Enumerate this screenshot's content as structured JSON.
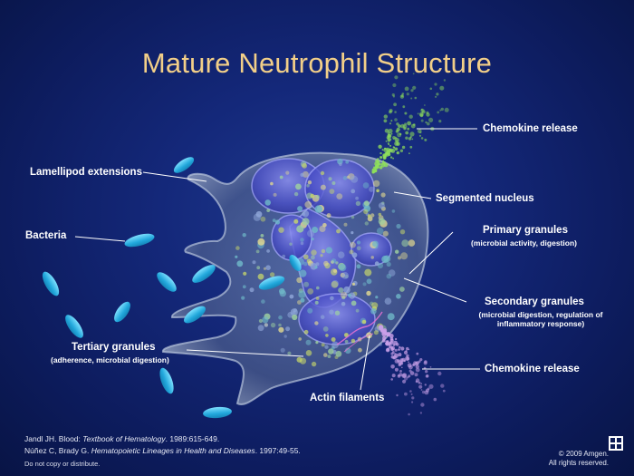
{
  "title": "Mature Neutrophil Structure",
  "labels": {
    "chemokine_top": "Chemokine release",
    "lamellipod": "Lamellipod extensions",
    "segmented_nucleus": "Segmented nucleus",
    "bacteria": "Bacteria",
    "primary_granules": "Primary granules",
    "primary_granules_sub": "(microbial activity, digestion)",
    "secondary_granules": "Secondary granules",
    "secondary_granules_sub1": "(microbial digestion, regulation of",
    "secondary_granules_sub2": "inflammatory response)",
    "tertiary_granules": "Tertiary granules",
    "tertiary_granules_sub": "(adherence, microbial digestion)",
    "chemokine_bottom": "Chemokine release",
    "actin_filaments": "Actin filaments"
  },
  "references": {
    "ref1_prefix": "Jandl JH. Blood: ",
    "ref1_italic": "Textbook of Hematology",
    "ref1_suffix": ". 1989:615-649.",
    "ref2_prefix": "Núñez C, Brady G. ",
    "ref2_italic": "Hematopoietic Lineages in Health and Diseases",
    "ref2_suffix": ". 1997:49-55."
  },
  "footer": {
    "notice": "Do not copy or distribute.",
    "copyright1": "© 2009 Amgen.",
    "copyright2": "All rights reserved."
  },
  "colors": {
    "background": "#0d1c5e",
    "title": "#f2cf88",
    "bacteria": "#2fb6e6",
    "cell": "#8fa0b8",
    "nucleus": "#5a62d8",
    "chemokine_green": "#8fe05a",
    "chemokine_purple": "#c9a0e8",
    "leader_line": "#ffffff"
  },
  "icons": [
    "amgen-logo-icon"
  ]
}
